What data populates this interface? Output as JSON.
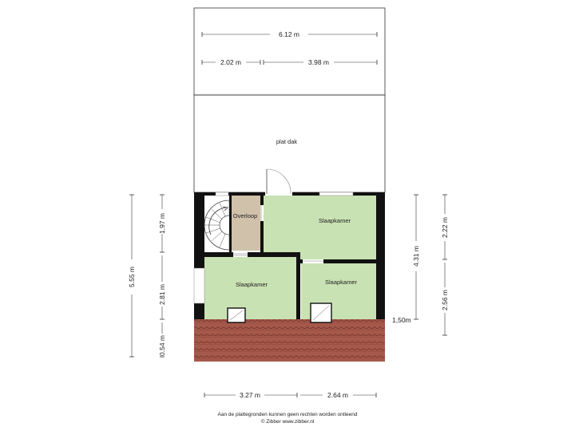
{
  "colors": {
    "room_green": "#c9e2b3",
    "landing_tan": "#cfc1aa",
    "roof_tile": "#a5594a",
    "wall": "#111111"
  },
  "plan": {
    "roof_label": "plat dak",
    "rooms": {
      "landing": "Overloop",
      "bedroom_top_right": "Slaapkamer",
      "bedroom_bottom_left": "Slaapkamer",
      "bedroom_bottom_right": "Slaapkamer"
    },
    "dimensions": {
      "top_total": "6.12 m",
      "top_left": "2.02 m",
      "top_right": "3.98 m",
      "left_total": "5.55 m",
      "left_upper": "1.97 m",
      "left_middle": "2.81 m",
      "left_lower": "0.54 m",
      "right_total": "4.31 m",
      "right_upper": "2.22 m",
      "right_lower": "2.56 m",
      "roof_height": "1,50m",
      "bottom_left": "3.27 m",
      "bottom_right": "2.64 m"
    }
  },
  "footer": {
    "line1": "Aan de plattegronden kunnen geen rechten worden ontleend",
    "line2": "© Zibber www.zibber.nl"
  }
}
